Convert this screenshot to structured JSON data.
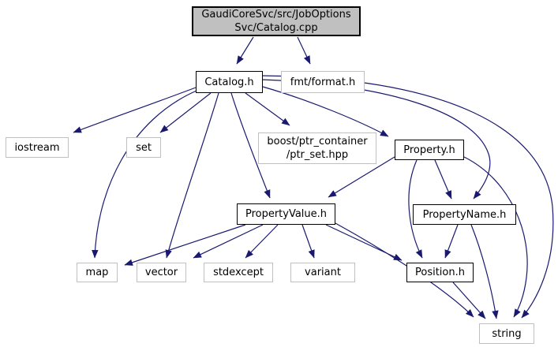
{
  "diagram": {
    "type": "include-dependency-graph",
    "background_color": "#ffffff",
    "edge_color": "#191970",
    "internal_node_border_color": "#000000",
    "external_node_border_color": "#c0c0c0",
    "current_node_fill_color": "#c0c0c0"
  },
  "nodes": {
    "catalog_cpp": {
      "line1": "GaudiCoreSvc/src/JobOptions",
      "line2": "Svc/Catalog.cpp"
    },
    "catalog_h": {
      "label": "Catalog.h"
    },
    "fmt_format": {
      "label": "fmt/format.h"
    },
    "iostream": {
      "label": "iostream"
    },
    "set": {
      "label": "set"
    },
    "boost_ptr_set": {
      "line1": "boost/ptr_container",
      "line2": "/ptr_set.hpp"
    },
    "property_h": {
      "label": "Property.h"
    },
    "property_value_h": {
      "label": "PropertyValue.h"
    },
    "property_name_h": {
      "label": "PropertyName.h"
    },
    "map": {
      "label": "map"
    },
    "vector": {
      "label": "vector"
    },
    "stdexcept": {
      "label": "stdexcept"
    },
    "variant": {
      "label": "variant"
    },
    "position_h": {
      "label": "Position.h"
    },
    "string": {
      "label": "string"
    }
  },
  "edges": [
    {
      "from": "GaudiCoreSvc/src/JobOptionsSvc/Catalog.cpp",
      "to": "Catalog.h"
    },
    {
      "from": "GaudiCoreSvc/src/JobOptionsSvc/Catalog.cpp",
      "to": "fmt/format.h"
    },
    {
      "from": "Catalog.h",
      "to": "iostream"
    },
    {
      "from": "Catalog.h",
      "to": "set"
    },
    {
      "from": "Catalog.h",
      "to": "map"
    },
    {
      "from": "Catalog.h",
      "to": "vector"
    },
    {
      "from": "Catalog.h",
      "to": "PropertyValue.h"
    },
    {
      "from": "Catalog.h",
      "to": "boost/ptr_container/ptr_set.hpp"
    },
    {
      "from": "Catalog.h",
      "to": "Property.h"
    },
    {
      "from": "Catalog.h",
      "to": "PropertyName.h"
    },
    {
      "from": "Catalog.h",
      "to": "string"
    },
    {
      "from": "Property.h",
      "to": "PropertyValue.h"
    },
    {
      "from": "Property.h",
      "to": "PropertyName.h"
    },
    {
      "from": "Property.h",
      "to": "Position.h"
    },
    {
      "from": "Property.h",
      "to": "string"
    },
    {
      "from": "PropertyValue.h",
      "to": "map"
    },
    {
      "from": "PropertyValue.h",
      "to": "vector"
    },
    {
      "from": "PropertyValue.h",
      "to": "stdexcept"
    },
    {
      "from": "PropertyValue.h",
      "to": "variant"
    },
    {
      "from": "PropertyValue.h",
      "to": "Position.h"
    },
    {
      "from": "PropertyValue.h",
      "to": "string"
    },
    {
      "from": "PropertyName.h",
      "to": "Position.h"
    },
    {
      "from": "PropertyName.h",
      "to": "string"
    },
    {
      "from": "Position.h",
      "to": "string"
    }
  ]
}
